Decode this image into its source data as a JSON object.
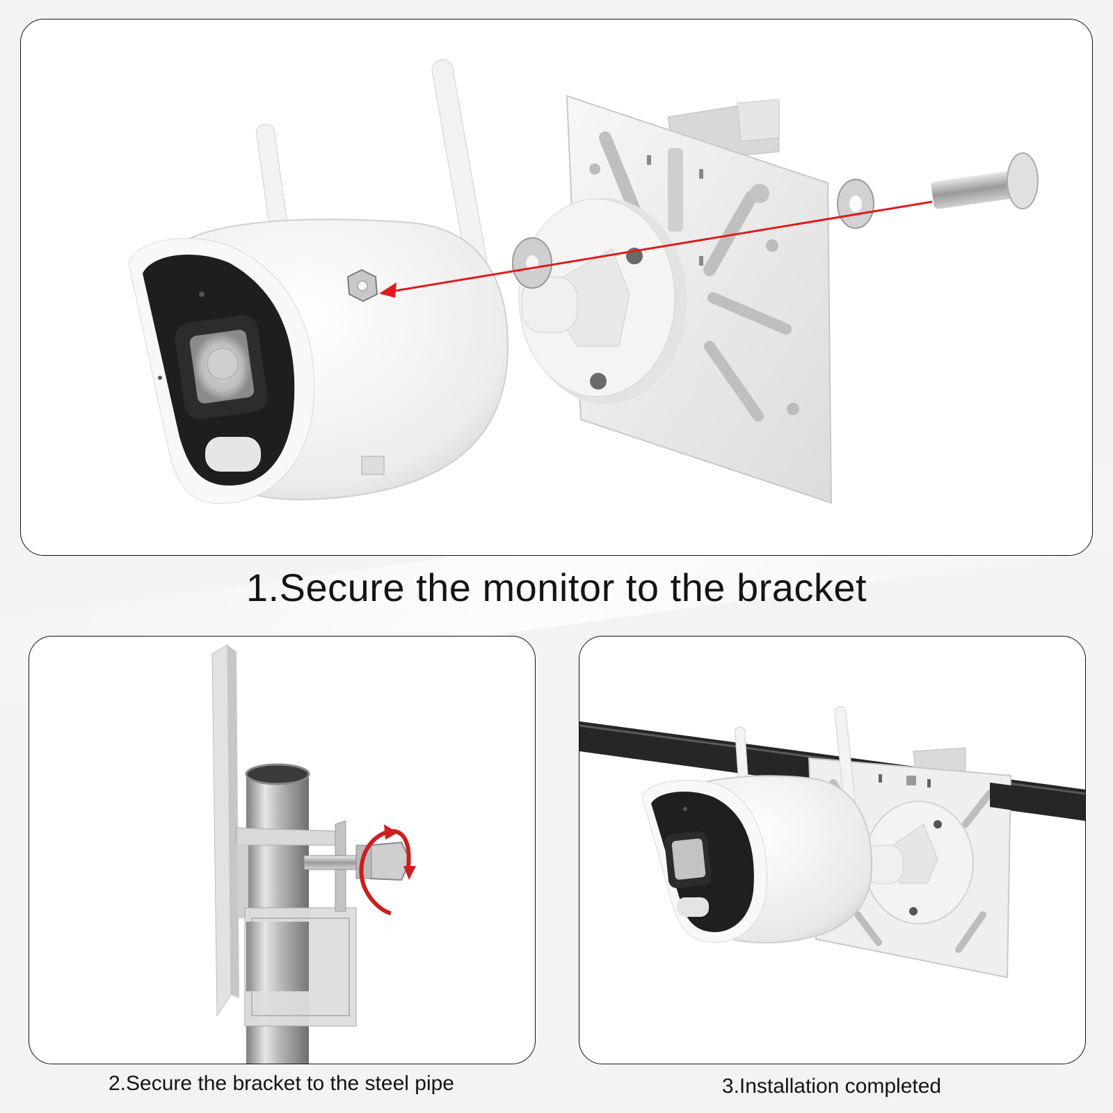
{
  "steps": [
    {
      "caption": "1.Secure the monitor to the bracket"
    },
    {
      "caption": "2.Secure the bracket to the steel pipe"
    },
    {
      "caption": "3.Installation completed"
    }
  ],
  "colors": {
    "arrow": "#e01b1b",
    "panel_border": "#111111",
    "background": "#f3f3f3",
    "camera_body": "#ffffff",
    "camera_face": "#1e1e1e",
    "pipe_steel": "#b8b8b8",
    "pipe_black": "#222222"
  }
}
